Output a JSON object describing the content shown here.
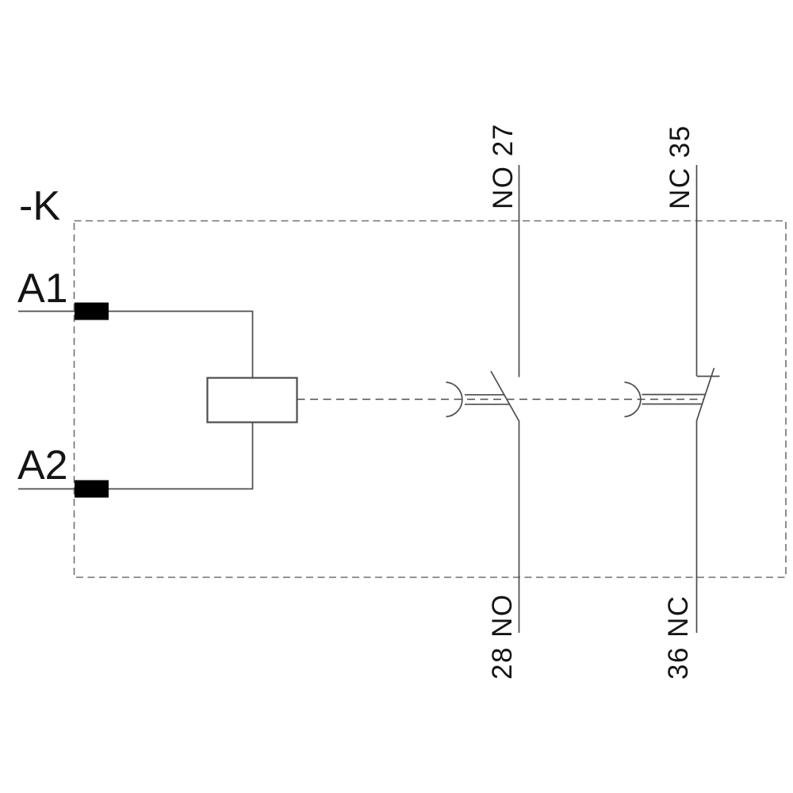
{
  "diagram": {
    "device_label": "-K",
    "coil": {
      "top_terminal_label": "A1",
      "bottom_terminal_label": "A2"
    },
    "contacts": [
      {
        "type": "normally-open",
        "top_label": "NO 27",
        "bottom_label": "28 NO"
      },
      {
        "type": "normally-closed",
        "top_label": "NC 35",
        "bottom_label": "36 NC"
      }
    ],
    "colors": {
      "background": "#ffffff",
      "line": "#4d4d4d",
      "dashed_border": "#707070",
      "text": "#141414",
      "terminal_fill": "#000000"
    }
  }
}
